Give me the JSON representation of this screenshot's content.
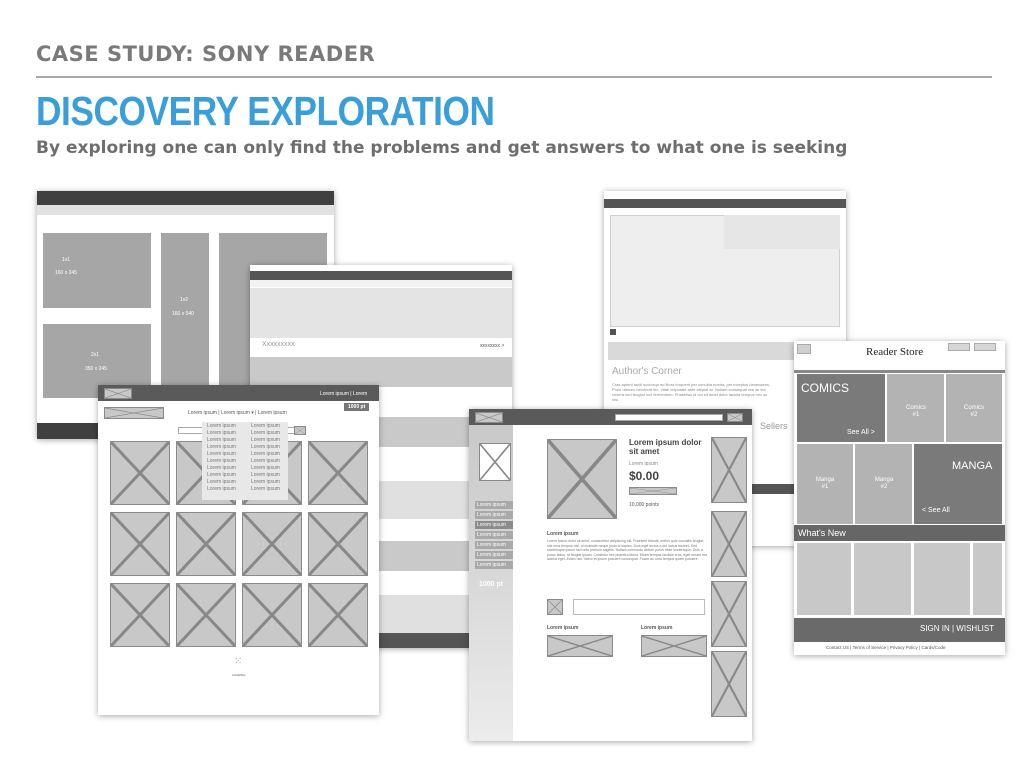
{
  "header": {
    "kicker": "CASE STUDY: SONY READER",
    "title": "DISCOVERY EXPLORATION",
    "subtitle": "By exploring one can only find the problems and get answers to what one is seeking"
  },
  "colors": {
    "accent": "#3a9fd8",
    "kicker": "#7a7a7a"
  },
  "grid_wireframe": {
    "tiles": [
      {
        "label": "1x1",
        "size": "160 x 245"
      },
      {
        "label": "1x2",
        "size": "160 x 540"
      },
      {
        "label": "2x1",
        "size": "350 x 245"
      }
    ]
  },
  "nav_wireframe": {
    "nav_links": "Lorem ipsum | Lorem ipsum ▾ | Lorem ipsum",
    "top_right": "Lorem ipsum | Lorem",
    "points_badge": "1000 pt",
    "menu_col1": [
      "Lorem ipsum",
      "Lorem ipsum",
      "Lorem ipsum",
      "Lorem ipsum",
      "Lorem ipsum",
      "Lorem ipsum",
      "Lorem ipsum",
      "Lorem ipsum",
      "Lorem ipsum",
      "Lorem ipsum"
    ],
    "menu_col2": [
      "Lorem ipsum",
      "Lorem ipsum",
      "Lorem ipsum",
      "Lorem ipsum",
      "Lorem ipsum",
      "Lorem ipsum",
      "Lorem ipsum",
      "Lorem ipsum",
      "Lorem ipsum",
      "Lorem ipsum"
    ],
    "loading": "LOADING"
  },
  "carousel_wireframe": {
    "left_label": "Xxxxxxxxx",
    "right_label": "xxxxxxxx >"
  },
  "product_wireframe": {
    "title": "Lorem ipsum dolor sit amet",
    "author": "Lorem ipsum",
    "price": "$0.00",
    "points": "10,000 points",
    "desc_heading": "Lorem ipsum",
    "body": "Lorem ipsum dolor sit amet, consectetur adipiscing elit. Praesent blandit, metus quis convallis feugiat, nisl urna tempus nisl, id molestie neque justo id sapien. Duis eget lectus a dui luctus laoreet. Sed scelerisque ipsum sed odio pretium sagittis. Nullam commodo dictum purus vitae scelerisque. Duis a purus tellus, at feugiat ipsum. Curabitur nec pharetra libero. Etiam tempus facilisis eros, eget ornare est lacinia eget. Etiam nec, libero et ipsum posuere consequat. Fusce ac urna tempus quam posuere.",
    "side_items": [
      "Lorem ipsum",
      "Lorem ipsum",
      "Lorem ipsum",
      "Lorem ipsum",
      "Lorem ipsum",
      "Lorem ipsum",
      "Lorem ipsum"
    ],
    "side_points": "1000 pt",
    "related1": "Lorem ipsum",
    "related2": "Lorem ipsum"
  },
  "calendar_wireframe": {
    "authors_corner": "Author's Corner",
    "corner_text": "Cras aptent taciti sociosqu ad litora torquent per conubia nostra, per inceptos himenaeos. Proin ultrices hendrerit leo, vitae vulputate ante aliquet at. Nullam consequat nisi ac leo viverra sed feugiat orci fermentum. Phasellus id dui sit amet dolor lacinia tempus nec ac nisi.",
    "sellers": "Sellers"
  },
  "reader_store": {
    "logo": "Reader Store",
    "comics": "COMICS",
    "see_all": "See All >",
    "comics_1": "Comics #1",
    "comics_2": "Comics #2",
    "manga_1": "Manga #1",
    "manga_2": "Manga #2",
    "manga": "MANGA",
    "see_all_left": "< See All",
    "whats_new": "What's New",
    "sign_in": "SIGN IN  |  WISHLIST",
    "footer": "Contact US | Terms of Service | Privacy Policy | Cards/Code"
  }
}
